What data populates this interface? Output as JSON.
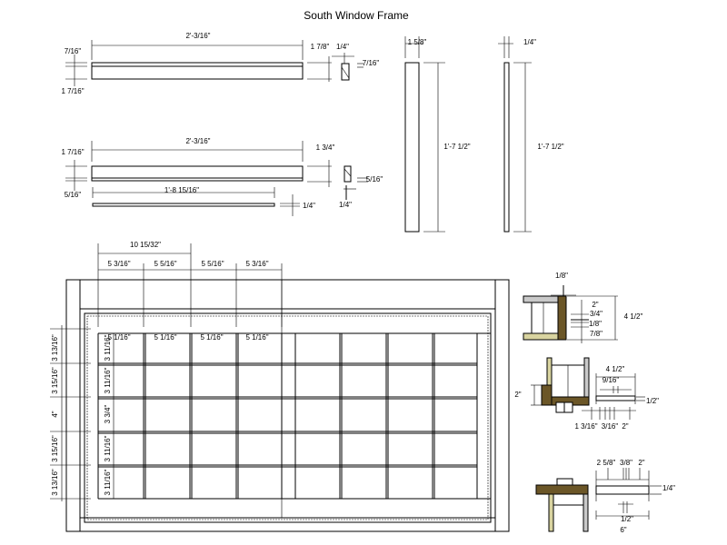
{
  "title": "South Window Frame",
  "top_rail": {
    "length": "2'-3/16\"",
    "top": "7/16\"",
    "height": "1 7/16\"",
    "section_depth": "1 7/8\"",
    "section_rabbet_w": "1/4\"",
    "section_rabbet_h": "7/16\""
  },
  "bottom_rail": {
    "length": "2'-3/16\"",
    "height": "1 7/16\"",
    "bottom": "5/16\"",
    "section_depth": "1 3/4\"",
    "section_rabbet_h": "5/16\"",
    "section_rabbet_w": "1/4\""
  },
  "strip": {
    "length": "1'-8 15/16\"",
    "thickness": "1/4\""
  },
  "stile": {
    "width": "1 5/8\"",
    "length": "1'-7 1/2\""
  },
  "thin_stile": {
    "width": "1/4\"",
    "length": "1'-7 1/2\""
  },
  "elevation": {
    "overall": "10 15/32\"",
    "columns": [
      "5 3/16\"",
      "5 5/16\"",
      "5 5/16\"",
      "5 3/16\""
    ],
    "panes": [
      "5 1/16\"",
      "5 1/16\"",
      "5 1/16\"",
      "5 1/16\""
    ],
    "rows": [
      "3 13/16\"",
      "3 15/16\"",
      "4\"",
      "3 15/16\"",
      "3 13/16\""
    ],
    "pane_heights": [
      "3 11/16\"",
      "3 11/16\"",
      "3 3/4\"",
      "3 11/16\"",
      "3 11/16\""
    ]
  },
  "detail_top": {
    "a": "1/8\"",
    "b": "2\"",
    "c": "3/4\"",
    "d": "1/8\"",
    "e": "7/8\"",
    "total": "4 1/2\""
  },
  "detail_mid": {
    "left": "2\"",
    "width": "4 1/2\"",
    "slot": "9/16\"",
    "thick": "1/2\"",
    "b1": "1 3/16\"",
    "b2": "3/16\"",
    "b3": "2\""
  },
  "detail_bottom": {
    "a": "2 5/8\"",
    "b": "3/8\"",
    "c": "2\"",
    "thick": "1/4\"",
    "slot": "1/2\"",
    "width": "6\""
  },
  "colors": {
    "brown": "#6b5627",
    "tan": "#d9d4a0",
    "gray": "#c9c9c9"
  }
}
